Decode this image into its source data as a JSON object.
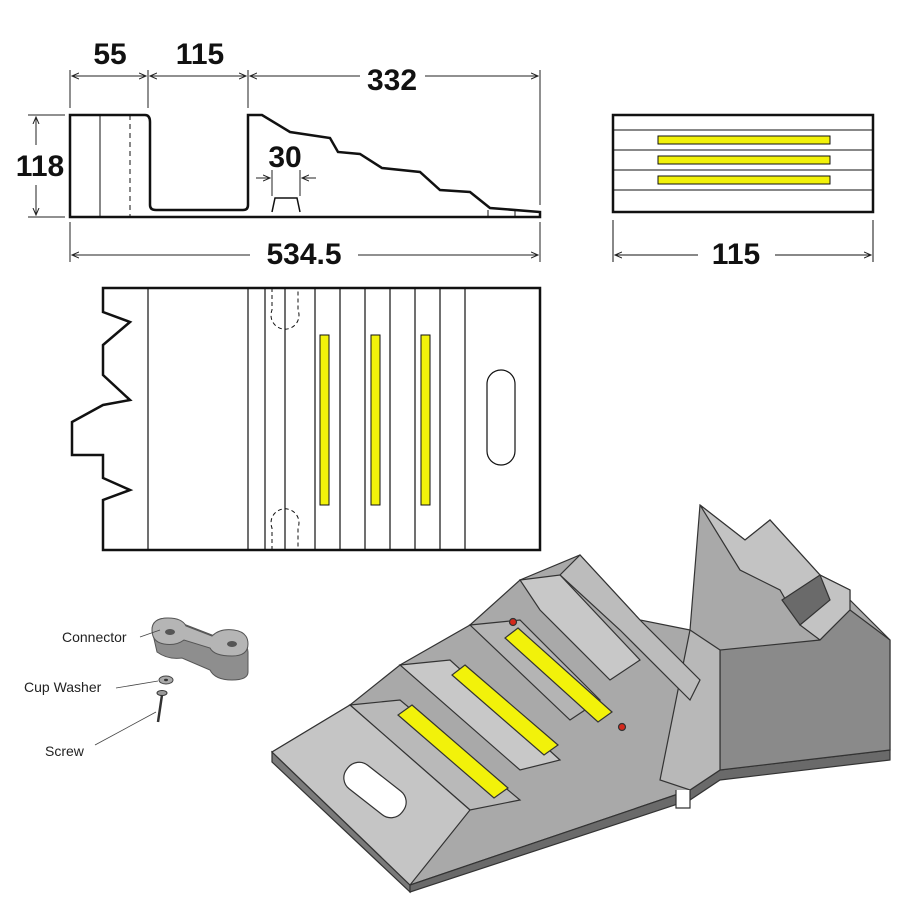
{
  "side_view": {
    "dims": {
      "width_front": "55",
      "width_gap": "115",
      "width_ramp": "332",
      "height": "118",
      "block": "30",
      "total_length": "534.5"
    }
  },
  "end_view": {
    "width": "115"
  },
  "parts": {
    "connector": "Connector",
    "cup_washer": "Cup Washer",
    "screw": "Screw"
  },
  "colors": {
    "reflector": "#f2f20a",
    "body": "#9a9a9a",
    "line": "#222222",
    "bolt": "#d4281c"
  }
}
